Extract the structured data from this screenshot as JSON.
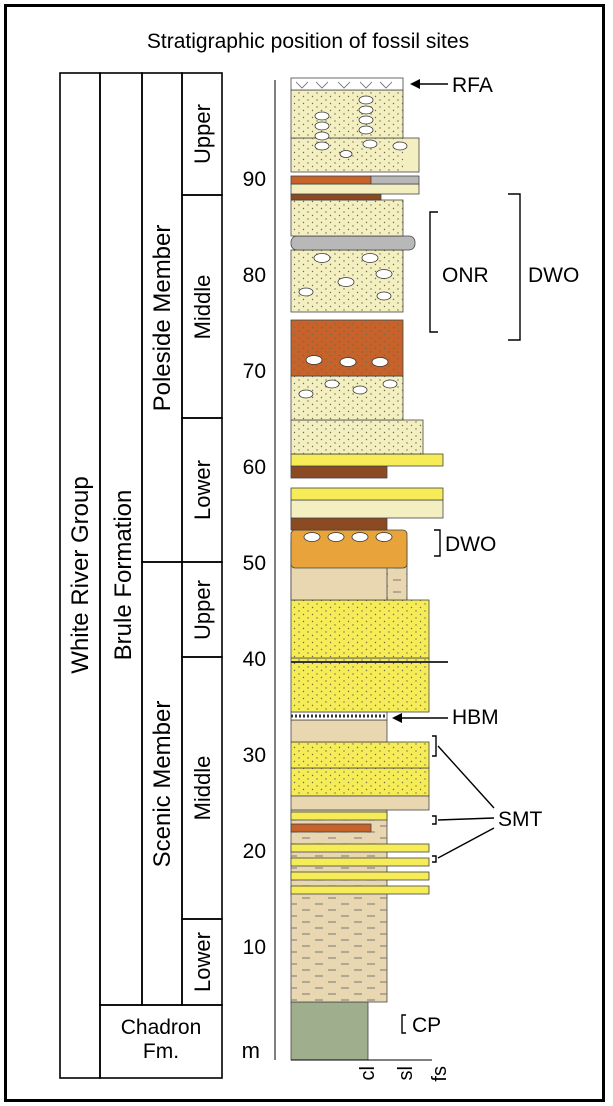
{
  "title": "Stratigraphic position of fossil sites",
  "units": {
    "group": "White River Group",
    "formation": "Brule Formation",
    "members": [
      {
        "name": "Poleside Member"
      },
      {
        "name": "Scenic Member"
      }
    ],
    "subdivisions": {
      "poleside": [
        "Upper",
        "Middle",
        "Lower"
      ],
      "scenic": [
        "Upper",
        "Middle",
        "Lower"
      ]
    },
    "chadron_line1": "Chadron",
    "chadron_line2": "Fm."
  },
  "scale": {
    "unit": "m",
    "ticks": [
      10,
      20,
      30,
      40,
      50,
      60,
      70,
      80,
      90
    ],
    "range": [
      0,
      99
    ]
  },
  "grain_sizes": [
    "cl",
    "sl",
    "fs"
  ],
  "annotations": {
    "rfa": "RFA",
    "onr": "ONR",
    "dwo_upper": "DWO",
    "dwo_lower": "DWO",
    "hbm": "HBM",
    "smt": "SMT",
    "cp": "CP"
  },
  "colors": {
    "pale_yellow": "#f3efc0",
    "tan": "#e9d7b1",
    "yellow_sand": "#f5ec58",
    "brown": "#c7622b",
    "dark_brown": "#8b4a21",
    "gray": "#b8b8b8",
    "olive_green": "#9fae8c"
  }
}
